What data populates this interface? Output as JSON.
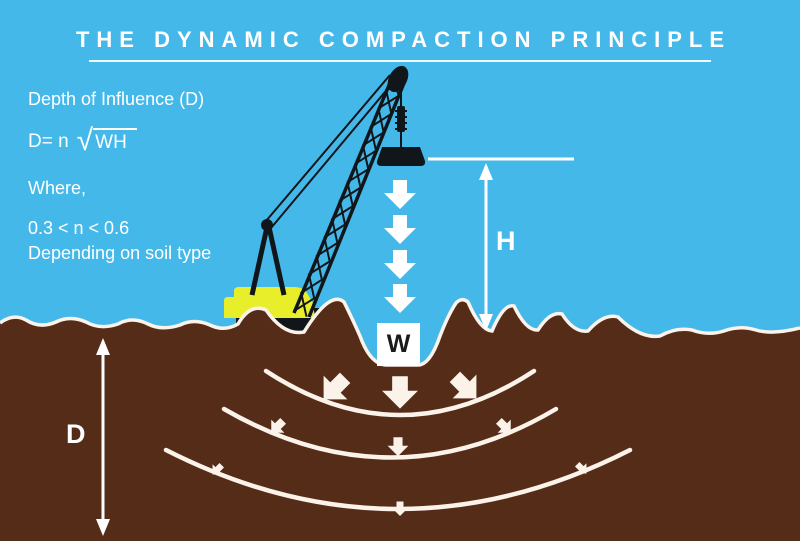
{
  "title": {
    "text": "THE DYNAMIC COMPACTION PRINCIPLE"
  },
  "info_panel": {
    "heading": "Depth of Influence (D)",
    "formula": {
      "lhs": "D= n",
      "radical_sign": "√",
      "radicand": "WH"
    },
    "where": "Where,",
    "coefficient_range": "0.3 < n < 0.6",
    "coefficient_note": "Depending on soil type"
  },
  "labels": {
    "drop_height": "H",
    "weight": "W",
    "influence_depth": "D"
  },
  "diagram": {
    "falling_arrow_count": 4,
    "shockwave_arc_count": 3,
    "impact_arrows_per_arc": 3
  },
  "colors": {
    "sky": "#45b8ea",
    "soil": "#552c18",
    "line": "#fbf2ea",
    "crane": "#10161a",
    "cab": "#e9ee2a",
    "white": "#ffffff",
    "wtext": "#1a1a1a"
  }
}
